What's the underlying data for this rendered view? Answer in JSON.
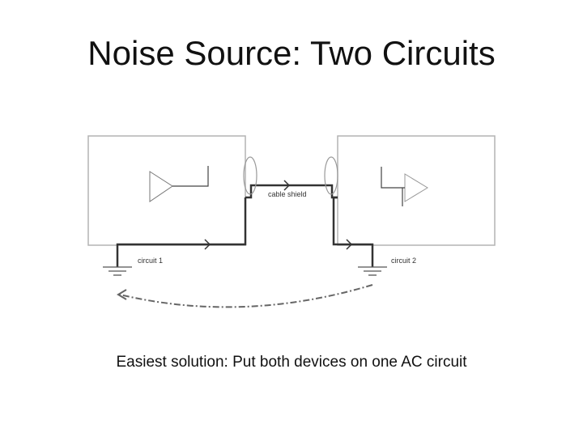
{
  "slide": {
    "title": "Noise Source: Two Circuits",
    "caption": "Easiest solution: Put both devices on one AC circuit"
  },
  "diagram": {
    "shield_label": "cable shield",
    "circuit_left_label": "circuit 1",
    "circuit_right_label": "circuit 2"
  }
}
